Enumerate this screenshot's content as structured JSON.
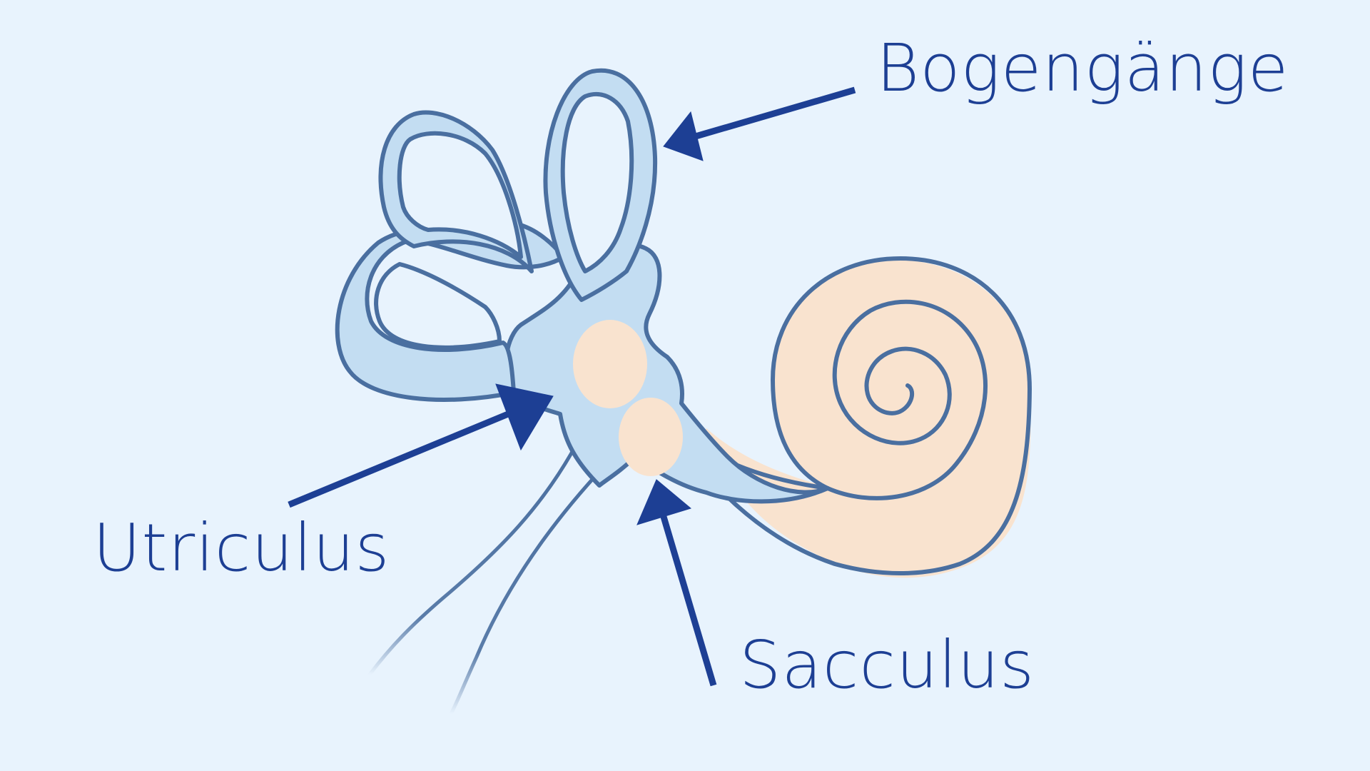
{
  "labels": {
    "semicircular_canals": "Bogengänge",
    "utricle": "Utriculus",
    "saccule": "Sacculus"
  },
  "colors": {
    "background": "#e8f3fd",
    "membrane_fill": "#c3ddf2",
    "membrane_outline": "#4a6fa0",
    "sensory_fill": "#f9e3cf",
    "arrow": "#1d3f94",
    "label_text": "#1d3f94"
  }
}
